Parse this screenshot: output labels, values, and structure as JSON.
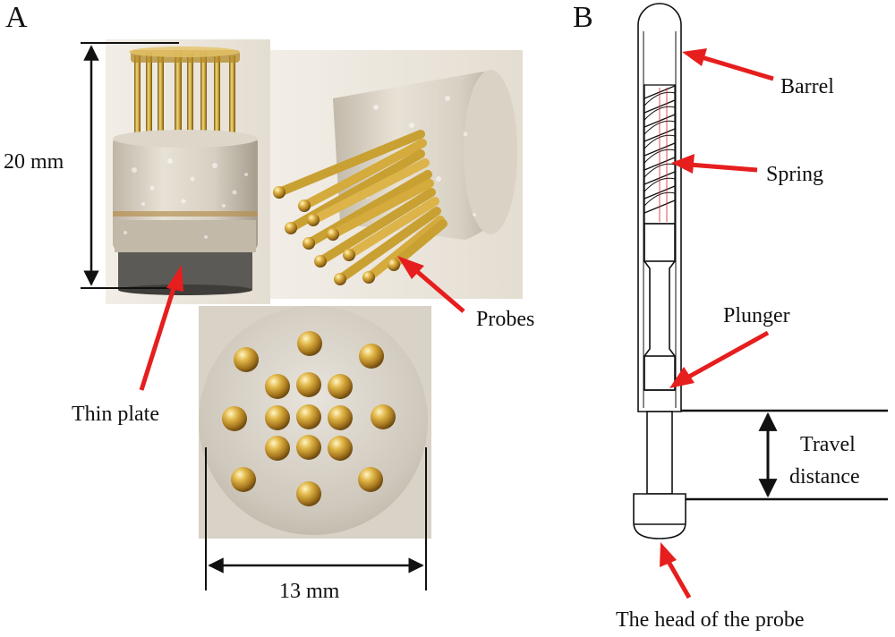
{
  "panel_a": {
    "letter": "A",
    "dim_height": "20 mm",
    "dim_width": "13 mm",
    "label_thin_plate": "Thin plate",
    "label_probes": "Probes"
  },
  "panel_b": {
    "letter": "B",
    "label_barrel": "Barrel",
    "label_spring": "Spring",
    "label_plunger": "Plunger",
    "label_travel_line1": "Travel",
    "label_travel_line2": "distance",
    "label_head": "The head of the probe"
  },
  "colors": {
    "arrow": "#e61e1e",
    "gold": "#c9a032",
    "gold_highlight": "#f3dc8c",
    "gold_shadow": "#7a5a12",
    "photo_bg": "#e9e3da",
    "line": "#111111"
  }
}
